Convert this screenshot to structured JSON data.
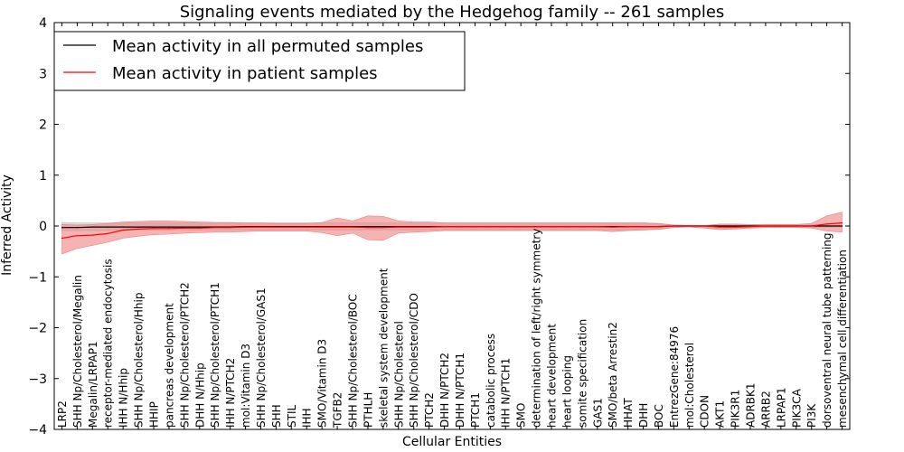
{
  "chart_data": {
    "type": "line",
    "title": "Signaling events mediated by the Hedgehog family -- 261 samples",
    "xlabel": "Cellular Entities",
    "ylabel": "Inferred Activity",
    "ylim": [
      -4,
      4
    ],
    "yticks": [
      4,
      3,
      2,
      1,
      0,
      -1,
      -2,
      -3,
      -4
    ],
    "ytick_labels": [
      "4",
      "3",
      "2",
      "1",
      "0",
      "−1",
      "−2",
      "−3",
      "−4"
    ],
    "grid": false,
    "legend_position": "top-left",
    "categories": [
      "LRP2",
      "SHH Np/Cholesterol/Megalin",
      "Megalin/LRPAP1",
      "receptor-mediated endocytosis",
      "IHH N/Hhip",
      "SHH Np/Cholesterol/Hhip",
      "HHIP",
      "pancreas development",
      "SHH Np/Cholesterol/PTCH2",
      "DHH N/Hhip",
      "SHH Np/Cholesterol/PTCH1",
      "IHH N/PTCH2",
      "mol:Vitamin D3",
      "SHH Np/Cholesterol/GAS1",
      "SHH",
      "STIL",
      "IHH",
      "SMO/Vitamin D3",
      "TGFB2",
      "SHH Np/Cholesterol/BOC",
      "PTHLH",
      "skeletal system development",
      "SHH Np/Cholesterol",
      "SHH Np/Cholesterol/CDO",
      "PTCH2",
      "DHH N/PTCH2",
      "DHH N/PTCH1",
      "PTCH1",
      "catabolic process",
      "IHH N/PTCH1",
      "SMO",
      "determination of left/right symmetry",
      "heart development",
      "heart looping",
      "somite specification",
      "GAS1",
      "SMO/beta Arrestin2",
      "HHAT",
      "DHH",
      "BOC",
      "EntrezGene:84976",
      "mol:Cholesterol",
      "CDON",
      "AKT1",
      "PIK3R1",
      "ADRBK1",
      "ARRB2",
      "LRPAP1",
      "PIK3CA",
      "PI3K",
      "dorsoventral neural tube patterning",
      "mesenchymal cell differentiation"
    ],
    "series": [
      {
        "name": "Mean activity in all permuted samples",
        "color": "#000000",
        "band_color": "#bfbfbf",
        "values": [
          -0.03,
          -0.03,
          -0.02,
          -0.02,
          -0.02,
          -0.02,
          -0.02,
          -0.02,
          -0.02,
          -0.02,
          -0.02,
          -0.02,
          -0.01,
          -0.01,
          -0.01,
          -0.01,
          -0.01,
          -0.01,
          -0.01,
          -0.01,
          -0.01,
          -0.01,
          -0.01,
          -0.01,
          -0.01,
          -0.01,
          -0.01,
          -0.01,
          -0.01,
          -0.01,
          -0.01,
          -0.01,
          -0.01,
          -0.01,
          -0.01,
          -0.01,
          -0.01,
          -0.01,
          -0.01,
          -0.01,
          0,
          0,
          0,
          0,
          0,
          0,
          0,
          0,
          0,
          0,
          0,
          0
        ],
        "upper": [
          0.07,
          0.06,
          0.06,
          0.06,
          0.06,
          0.06,
          0.06,
          0.06,
          0.06,
          0.06,
          0.06,
          0.06,
          0.06,
          0.06,
          0.06,
          0.06,
          0.06,
          0.06,
          0.06,
          0.06,
          0.06,
          0.06,
          0.06,
          0.06,
          0.06,
          0.06,
          0.06,
          0.06,
          0.06,
          0.06,
          0.06,
          0.06,
          0.06,
          0.06,
          0.06,
          0.06,
          0.06,
          0.06,
          0.06,
          0.05,
          0.02,
          0.01,
          0.01,
          0.02,
          0.02,
          0.02,
          0.02,
          0.02,
          0.02,
          0.02,
          0.02,
          0.02
        ],
        "lower": [
          -0.09,
          -0.09,
          -0.09,
          -0.09,
          -0.08,
          -0.08,
          -0.08,
          -0.08,
          -0.08,
          -0.08,
          -0.08,
          -0.08,
          -0.08,
          -0.08,
          -0.08,
          -0.08,
          -0.08,
          -0.08,
          -0.08,
          -0.08,
          -0.08,
          -0.08,
          -0.08,
          -0.08,
          -0.08,
          -0.08,
          -0.08,
          -0.08,
          -0.08,
          -0.08,
          -0.08,
          -0.08,
          -0.08,
          -0.08,
          -0.08,
          -0.08,
          -0.08,
          -0.08,
          -0.08,
          -0.07,
          -0.03,
          -0.02,
          -0.04,
          -0.06,
          -0.05,
          -0.03,
          -0.03,
          -0.03,
          -0.03,
          -0.03,
          -0.03,
          -0.02
        ]
      },
      {
        "name": "Mean activity in patient samples",
        "color": "#ff0000",
        "band_color": "#f08080",
        "values": [
          -0.24,
          -0.19,
          -0.18,
          -0.15,
          -0.08,
          -0.06,
          -0.05,
          -0.05,
          -0.04,
          -0.04,
          -0.03,
          -0.03,
          -0.02,
          -0.02,
          -0.02,
          -0.02,
          -0.02,
          -0.02,
          -0.02,
          -0.02,
          -0.03,
          -0.03,
          -0.02,
          -0.02,
          -0.02,
          -0.01,
          -0.01,
          -0.01,
          -0.01,
          -0.01,
          -0.01,
          -0.01,
          -0.01,
          -0.01,
          -0.01,
          -0.01,
          -0.02,
          -0.01,
          -0.01,
          -0.01,
          0,
          0,
          0,
          -0.02,
          -0.02,
          -0.01,
          0,
          0,
          0,
          0,
          0.04,
          0.06
        ],
        "upper": [
          0.03,
          0.02,
          0.03,
          0.05,
          0.08,
          0.09,
          0.1,
          0.1,
          0.09,
          0.08,
          0.07,
          0.07,
          0.06,
          0.06,
          0.05,
          0.05,
          0.05,
          0.07,
          0.16,
          0.1,
          0.2,
          0.19,
          0.1,
          0.08,
          0.08,
          0.06,
          0.06,
          0.06,
          0.06,
          0.06,
          0.06,
          0.06,
          0.06,
          0.06,
          0.06,
          0.06,
          0.06,
          0.06,
          0.06,
          0.05,
          0.02,
          0.01,
          0.01,
          0.04,
          0.04,
          0.03,
          0.03,
          0.03,
          0.03,
          0.05,
          0.2,
          0.27
        ],
        "lower": [
          -0.55,
          -0.44,
          -0.38,
          -0.32,
          -0.24,
          -0.2,
          -0.17,
          -0.16,
          -0.14,
          -0.13,
          -0.12,
          -0.12,
          -0.11,
          -0.1,
          -0.1,
          -0.1,
          -0.1,
          -0.13,
          -0.19,
          -0.14,
          -0.27,
          -0.28,
          -0.14,
          -0.12,
          -0.11,
          -0.09,
          -0.09,
          -0.09,
          -0.09,
          -0.09,
          -0.09,
          -0.09,
          -0.09,
          -0.09,
          -0.09,
          -0.09,
          -0.11,
          -0.09,
          -0.08,
          -0.06,
          -0.03,
          -0.02,
          -0.04,
          -0.07,
          -0.06,
          -0.04,
          -0.03,
          -0.03,
          -0.03,
          -0.04,
          -0.1,
          -0.12
        ]
      }
    ]
  }
}
